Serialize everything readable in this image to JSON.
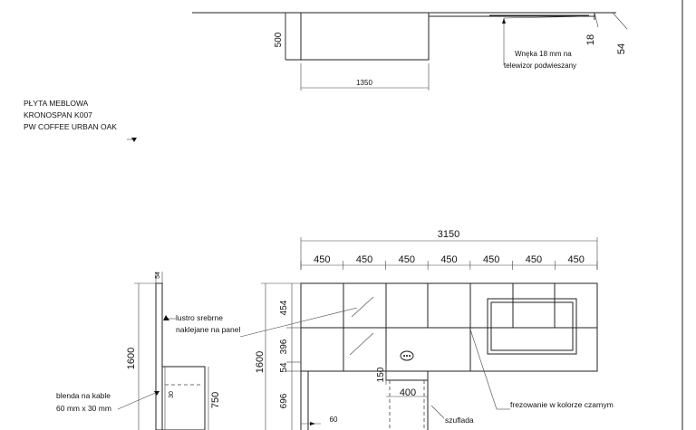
{
  "material_note": {
    "line1": "PŁYTA MEBLOWA",
    "line2": "KRONOSPAN K007",
    "line3": "PW COFFEE URBAN OAK"
  },
  "top_view": {
    "depth": "500",
    "width": "1350",
    "niche_note_line1": "Wnęka 18 mm na",
    "niche_note_line2": "telewizor podwieszany",
    "dim_18": "18",
    "dim_54": "54"
  },
  "front_view": {
    "overall_width": "3150",
    "module_widths": [
      "450",
      "450",
      "450",
      "450",
      "450",
      "450",
      "450"
    ],
    "overall_height": "1600",
    "row_heights": [
      "454",
      "396",
      "54",
      "696"
    ],
    "dim_150": "150",
    "dim_400": "400",
    "dim_60": "60",
    "label_mirror_line1": "lustro srebrne",
    "label_mirror_line2": "naklejane na panel",
    "label_milling": "frezowanie w kolorze czarnym",
    "label_drawer": "szuflada"
  },
  "side_view": {
    "height": "1600",
    "dim_54": "54",
    "dim_30": "30",
    "dim_750": "750",
    "label_cable_line1": "blenda na kable",
    "label_cable_line2": "60 mm x 30 mm"
  }
}
